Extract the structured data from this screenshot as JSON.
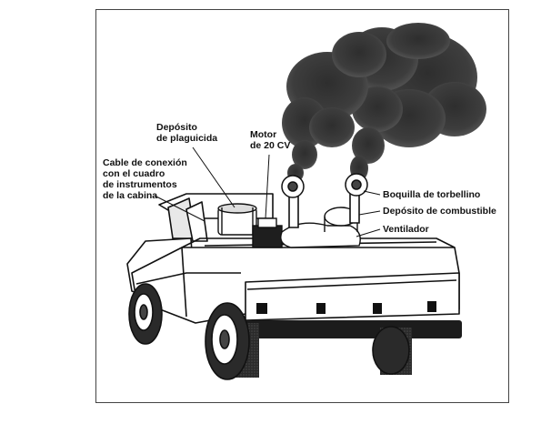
{
  "labels": {
    "deposito_plaguicida": "Depósito\nde plaguicida",
    "motor": "Motor\nde 20 CV",
    "cable": "Cable de conexión\ncon el cuadro\nde instrumentos\nde la cabina",
    "boquilla": "Boquilla de torbellino",
    "deposito_combustible": "Depósito de combustible",
    "ventilador": "Ventilador"
  }
}
